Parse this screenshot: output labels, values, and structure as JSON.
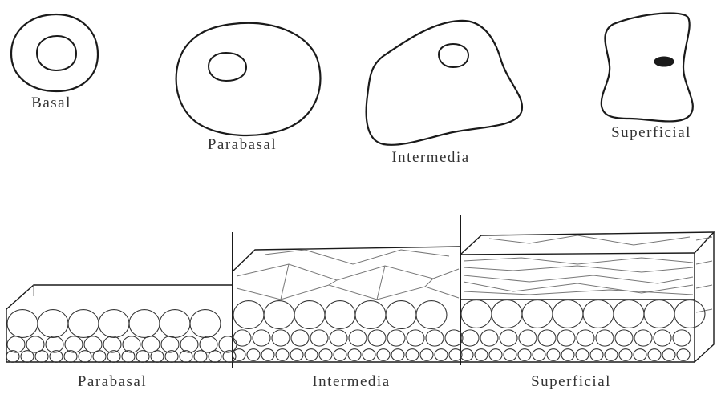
{
  "cell_labels": {
    "basal": "Basal",
    "parabasal": "Parabasal",
    "intermedia": "Intermedia",
    "superficial": "Superficial"
  },
  "layer_labels": {
    "parabasal": "Parabasal",
    "intermedia": "Intermedia",
    "superficial": "Superficial"
  }
}
